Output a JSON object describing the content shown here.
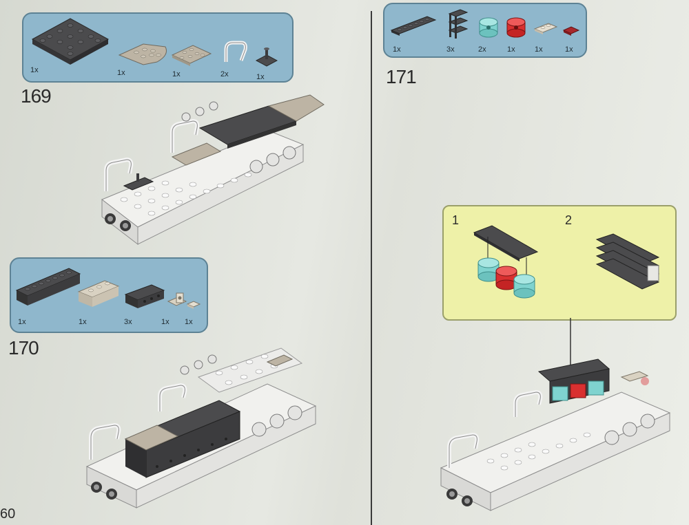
{
  "page_number": "60",
  "steps": [
    {
      "number": "169",
      "parts": [
        {
          "qty": "1x",
          "color": "#4b4b4d",
          "icon": "dark-plate-8x8"
        },
        {
          "qty": "1x",
          "color": "#bdb4a4",
          "icon": "tan-wedge-plate"
        },
        {
          "qty": "1x",
          "color": "#bdb4a4",
          "icon": "tan-plate-2x4"
        },
        {
          "qty": "2x",
          "color": "#f2f2f2",
          "icon": "white-handle-bar"
        },
        {
          "qty": "1x",
          "color": "#4b4b4d",
          "icon": "dark-plate-with-pin"
        }
      ]
    },
    {
      "number": "170",
      "parts": [
        {
          "qty": "1x",
          "color": "#4b4b4d",
          "icon": "dark-brick-2x8"
        },
        {
          "qty": "1x",
          "color": "#d9d2c2",
          "icon": "tan-brick-2x4"
        },
        {
          "qty": "3x",
          "color": "#4b4b4d",
          "icon": "dark-technic-brick"
        },
        {
          "qty": "1x",
          "color": "#d9d2c2",
          "icon": "tan-bracket"
        },
        {
          "qty": "1x",
          "color": "#d9d2c2",
          "icon": "tan-tile-1x1"
        }
      ]
    },
    {
      "number": "171",
      "parts": [
        {
          "qty": "1x",
          "color": "#4b4b4d",
          "icon": "dark-plate-1x6"
        },
        {
          "qty": "3x",
          "color": "#4b4b4d",
          "icon": "dark-slope-stack"
        },
        {
          "qty": "2x",
          "color": "#7fd3cf",
          "icon": "trans-teal-round-brick"
        },
        {
          "qty": "1x",
          "color": "#d93030",
          "icon": "trans-red-round-brick"
        },
        {
          "qty": "1x",
          "color": "#d9d2c2",
          "icon": "tan-plate-1x2"
        },
        {
          "qty": "1x",
          "color": "#a8282c",
          "icon": "dark-red-tile"
        }
      ],
      "callout": {
        "substeps": [
          "1",
          "2"
        ]
      }
    }
  ]
}
